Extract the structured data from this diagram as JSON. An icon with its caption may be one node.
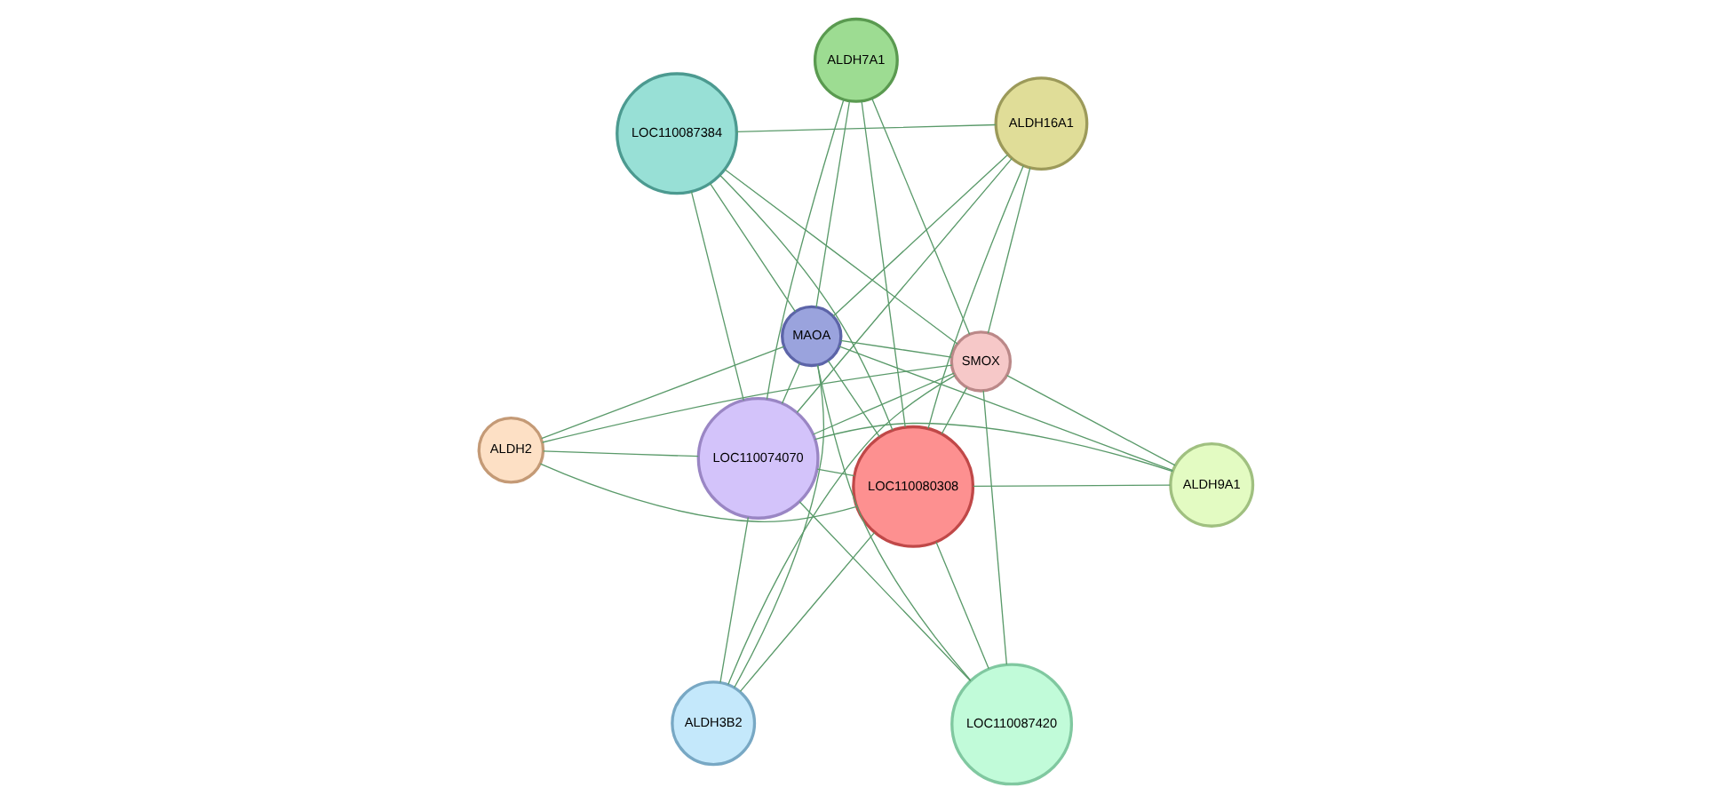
{
  "diagram": {
    "nodes": [
      {
        "text": [
          "ALDH2"
        ]
      },
      {
        "text": [
          "ALDH16A1"
        ]
      },
      {
        "text": [
          "ALDH3B2"
        ]
      },
      {
        "text": [
          "MAOA"
        ]
      },
      {
        "text": [
          "SMOX"
        ]
      },
      {
        "text": [
          "ALDH7A1"
        ]
      },
      {
        "text": [
          "LOC110074070"
        ]
      },
      {
        "text": [
          "LOC110080308"
        ]
      },
      {
        "text": [
          "LOC110087384"
        ]
      },
      {
        "text": [
          "ALDH9A1"
        ]
      },
      {
        "text": [
          "LOC110087420"
        ]
      }
    ],
    "edges": [
      {
        "from": 0,
        "to": 3,
        "arrow": "none"
      },
      {
        "from": 0,
        "to": 4,
        "arrow": "none"
      },
      {
        "from": 0,
        "to": 6,
        "arrow": "none"
      },
      {
        "from": 0,
        "to": 7,
        "arrow": "none"
      },
      {
        "from": 1,
        "to": 3,
        "arrow": "none"
      },
      {
        "from": 1,
        "to": 4,
        "arrow": "none"
      },
      {
        "from": 1,
        "to": 6,
        "arrow": "none"
      },
      {
        "from": 1,
        "to": 7,
        "arrow": "none"
      },
      {
        "from": 1,
        "to": 8,
        "arrow": "none"
      },
      {
        "from": 2,
        "to": 3,
        "arrow": "none"
      },
      {
        "from": 2,
        "to": 4,
        "arrow": "none"
      },
      {
        "from": 2,
        "to": 6,
        "arrow": "none"
      },
      {
        "from": 2,
        "to": 7,
        "arrow": "none"
      },
      {
        "from": 3,
        "to": 4,
        "arrow": "none"
      },
      {
        "from": 3,
        "to": 6,
        "arrow": "none"
      },
      {
        "from": 3,
        "to": 7,
        "arrow": "none"
      },
      {
        "from": 4,
        "to": 6,
        "arrow": "none"
      },
      {
        "from": 4,
        "to": 7,
        "arrow": "none"
      },
      {
        "from": 6,
        "to": 7,
        "arrow": "none"
      },
      {
        "from": 5,
        "to": 3,
        "arrow": "none"
      },
      {
        "from": 5,
        "to": 4,
        "arrow": "none"
      },
      {
        "from": 5,
        "to": 6,
        "arrow": "none"
      },
      {
        "from": 5,
        "to": 7,
        "arrow": "none"
      },
      {
        "from": 3,
        "to": 8,
        "arrow": "none"
      },
      {
        "from": 4,
        "to": 8,
        "arrow": "none"
      },
      {
        "from": 6,
        "to": 8,
        "arrow": "none"
      },
      {
        "from": 7,
        "to": 8,
        "arrow": "none"
      },
      {
        "from": 3,
        "to": 9,
        "arrow": "none"
      },
      {
        "from": 4,
        "to": 9,
        "arrow": "none"
      },
      {
        "from": 6,
        "to": 9,
        "arrow": "none"
      },
      {
        "from": 7,
        "to": 9,
        "arrow": "none"
      },
      {
        "from": 3,
        "to": 10,
        "arrow": "none"
      },
      {
        "from": 4,
        "to": 10,
        "arrow": "none"
      },
      {
        "from": 6,
        "to": 10,
        "arrow": "none"
      },
      {
        "from": 7,
        "to": 10,
        "arrow": "none"
      }
    ]
  }
}
